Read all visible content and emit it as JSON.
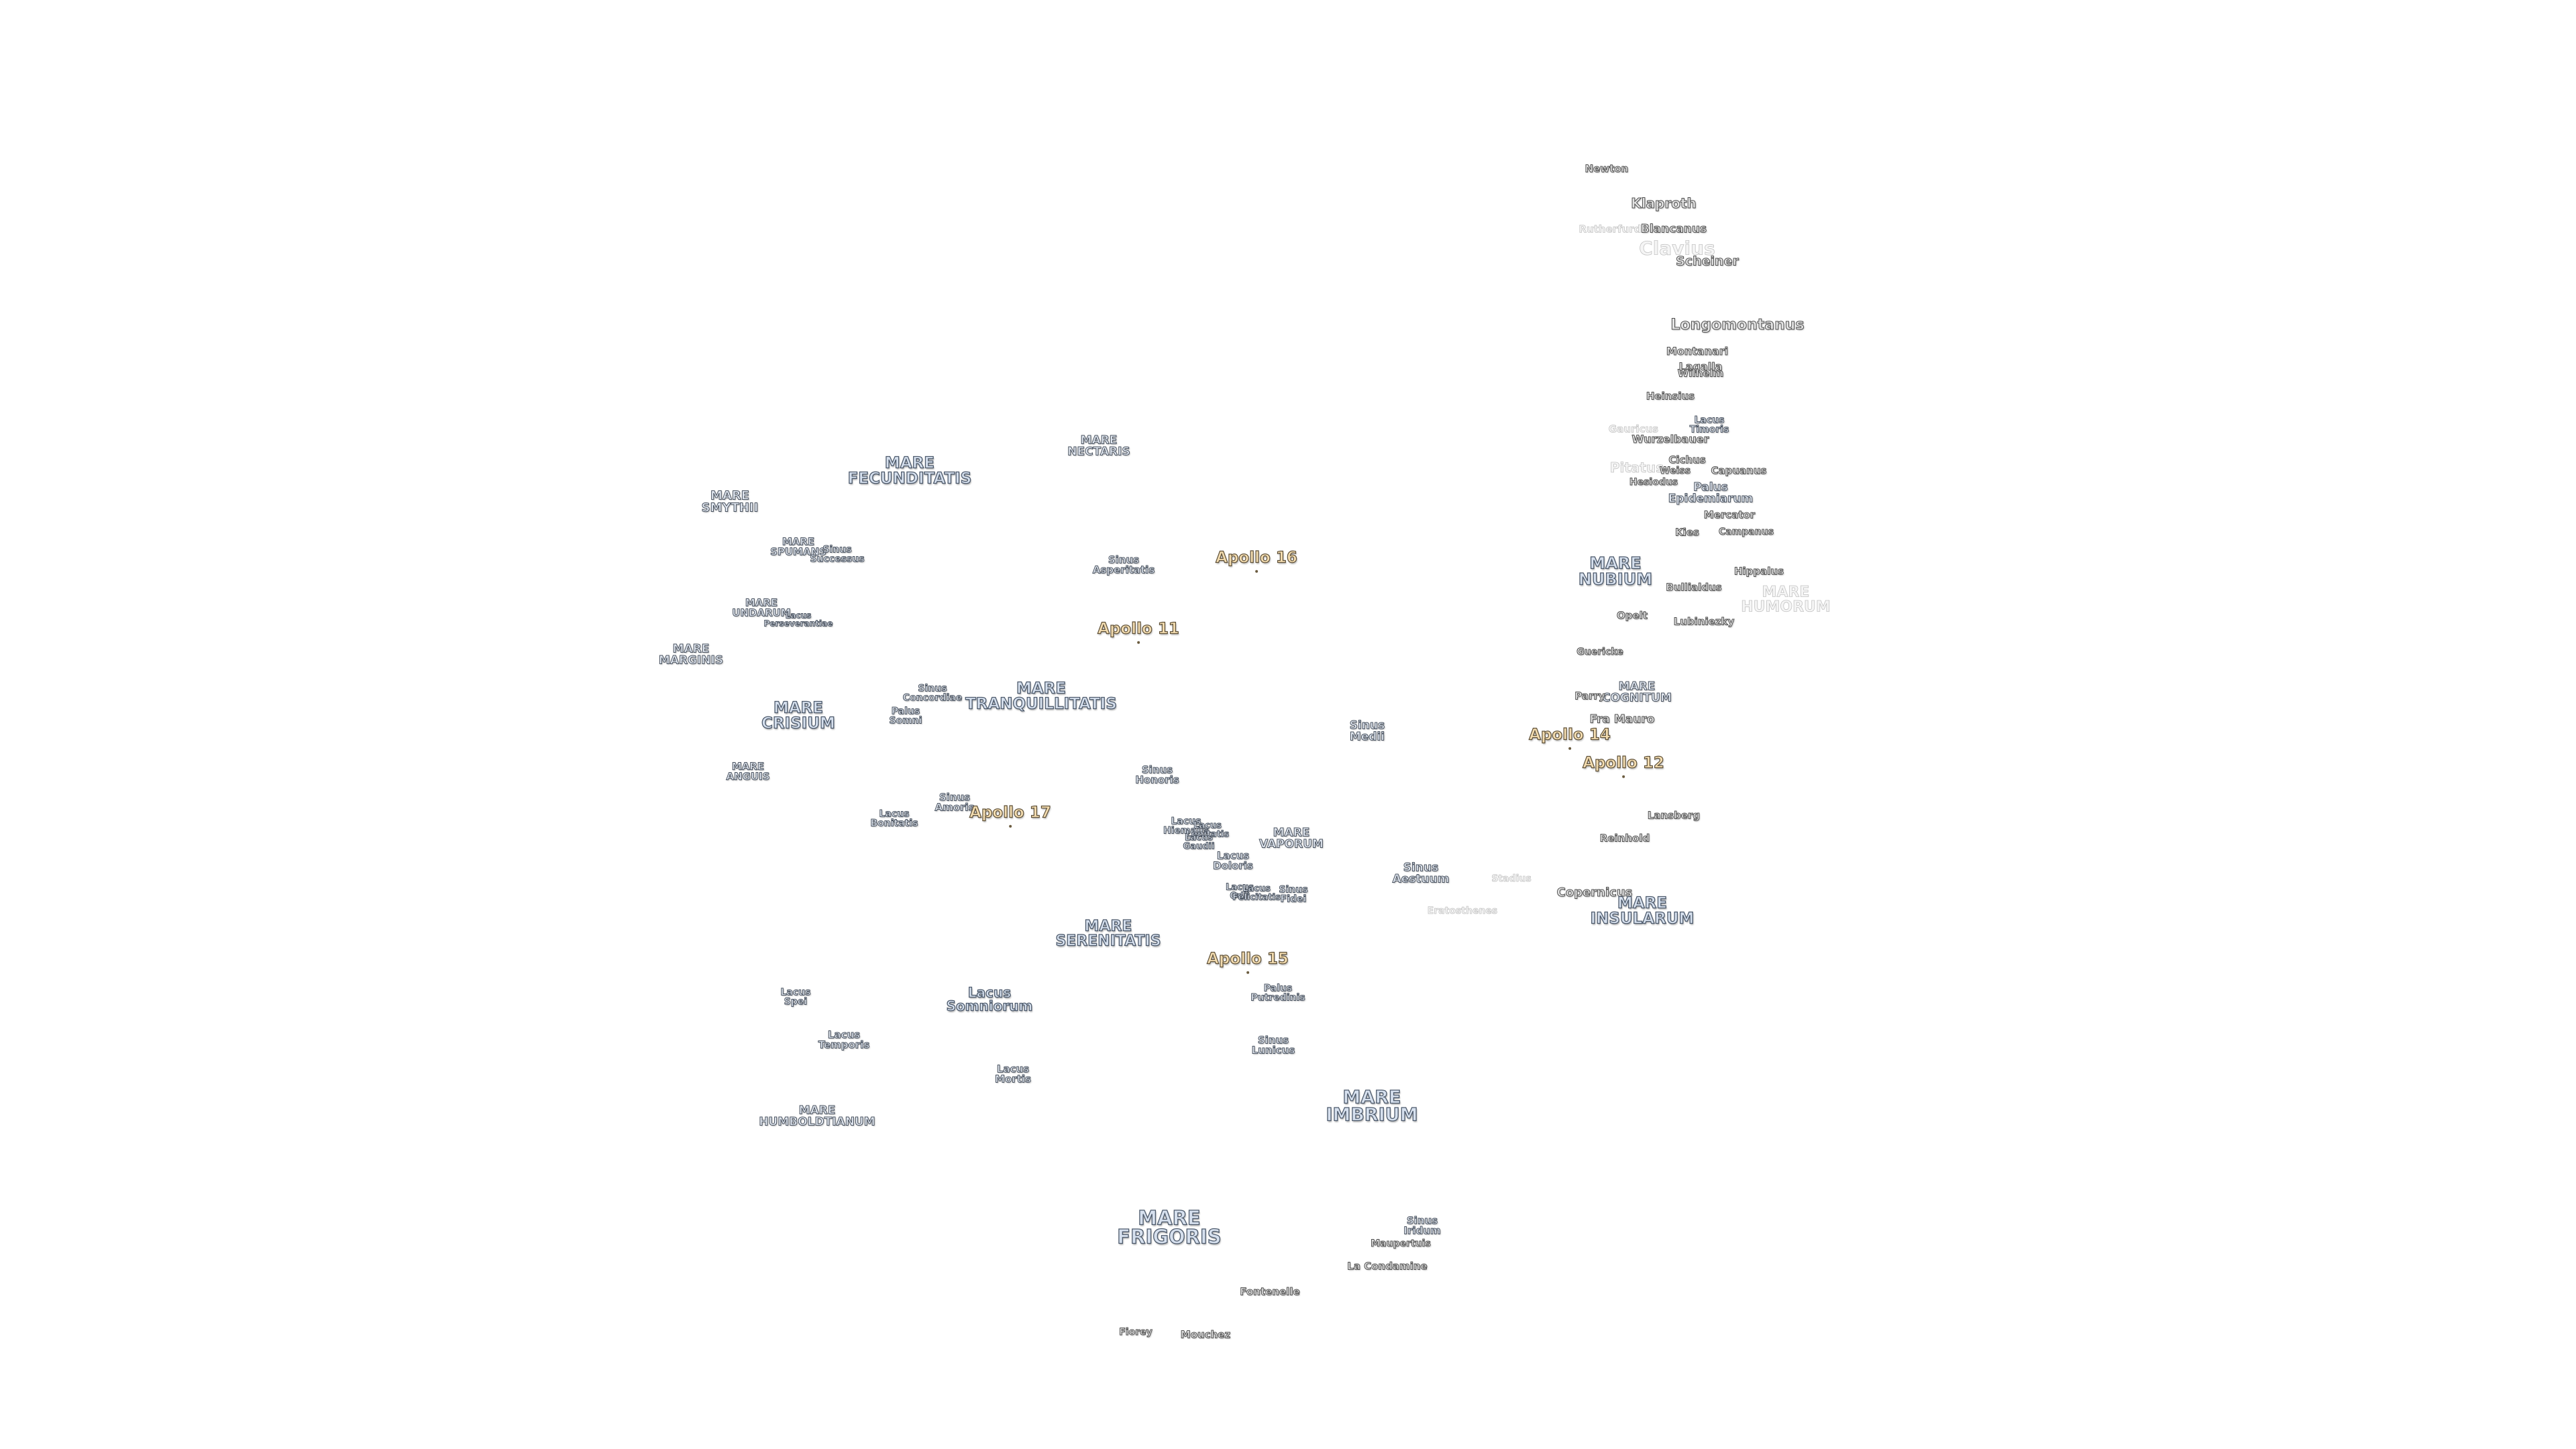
{
  "map": {
    "labels": [
      {
        "lines": [
          "Newton"
        ],
        "style": "crater"
      },
      {
        "lines": [
          "Klaproth"
        ],
        "style": "crater"
      },
      {
        "lines": [
          "Blancanus"
        ],
        "style": "crater"
      },
      {
        "lines": [
          "Rutherfurd"
        ],
        "style": "faint"
      },
      {
        "lines": [
          "Clavius"
        ],
        "style": "faint"
      },
      {
        "lines": [
          "Scheiner"
        ],
        "style": "crater"
      },
      {
        "lines": [
          "Longomontanus"
        ],
        "style": "crater"
      },
      {
        "lines": [
          "Montanari"
        ],
        "style": "crater"
      },
      {
        "lines": [
          "Lagalla"
        ],
        "style": "crater"
      },
      {
        "lines": [
          "Wilhelm"
        ],
        "style": "crater"
      },
      {
        "lines": [
          "Heinsius"
        ],
        "style": "crater"
      },
      {
        "lines": [
          "Lacus",
          "Timoris"
        ],
        "style": "small"
      },
      {
        "lines": [
          "Gauricus"
        ],
        "style": "faint"
      },
      {
        "lines": [
          "Wurzelbauer"
        ],
        "style": "crater"
      },
      {
        "lines": [
          "Cichus"
        ],
        "style": "crater"
      },
      {
        "lines": [
          "Pitatus"
        ],
        "style": "faint"
      },
      {
        "lines": [
          "Weiss"
        ],
        "style": "crater"
      },
      {
        "lines": [
          "Capuanus"
        ],
        "style": "crater"
      },
      {
        "lines": [
          "Hesiodus"
        ],
        "style": "crater"
      },
      {
        "lines": [
          "Palus",
          "Epidemiarum"
        ],
        "style": "small"
      },
      {
        "lines": [
          "Mercator"
        ],
        "style": "crater"
      },
      {
        "lines": [
          "Kies"
        ],
        "style": "crater"
      },
      {
        "lines": [
          "Campanus"
        ],
        "style": "crater"
      },
      {
        "lines": [
          "MARE",
          "NUBIUM"
        ],
        "style": "mare"
      },
      {
        "lines": [
          "Hippalus"
        ],
        "style": "crater"
      },
      {
        "lines": [
          "Bullialdus"
        ],
        "style": "crater"
      },
      {
        "lines": [
          "MARE",
          "HUMORUM"
        ],
        "style": "faint"
      },
      {
        "lines": [
          "Opelt"
        ],
        "style": "crater"
      },
      {
        "lines": [
          "Lubiniezky"
        ],
        "style": "crater"
      },
      {
        "lines": [
          "Guericke"
        ],
        "style": "crater"
      },
      {
        "lines": [
          "MARE",
          "COGNITUM"
        ],
        "style": "small"
      },
      {
        "lines": [
          "Parry"
        ],
        "style": "crater"
      },
      {
        "lines": [
          "Fra Mauro"
        ],
        "style": "crater"
      },
      {
        "lines": [
          "Apollo 14"
        ],
        "style": "apollo"
      },
      {
        "lines": [
          "Apollo 12"
        ],
        "style": "apollo"
      },
      {
        "lines": [
          "Lansberg"
        ],
        "style": "crater"
      },
      {
        "lines": [
          "Reinhold"
        ],
        "style": "crater"
      },
      {
        "lines": [
          "Stadius"
        ],
        "style": "faint"
      },
      {
        "lines": [
          "Copernicus"
        ],
        "style": "crater"
      },
      {
        "lines": [
          "MARE",
          "INSULARUM"
        ],
        "style": "mare"
      },
      {
        "lines": [
          "Eratosthenes"
        ],
        "style": "faint"
      },
      {
        "lines": [
          "Sinus",
          "Aestuum"
        ],
        "style": "small"
      },
      {
        "lines": [
          "Sinus",
          "Medii"
        ],
        "style": "small"
      },
      {
        "lines": [
          "Apollo 16"
        ],
        "style": "apollo"
      },
      {
        "lines": [
          "MARE",
          "NECTARIS"
        ],
        "style": "small"
      },
      {
        "lines": [
          "MARE",
          "FECUNDITATIS"
        ],
        "style": "mare"
      },
      {
        "lines": [
          "MARE",
          "SMYTHII"
        ],
        "style": "small"
      },
      {
        "lines": [
          "MARE",
          "SPUMANS"
        ],
        "style": "small"
      },
      {
        "lines": [
          "Sinus",
          "Successus"
        ],
        "style": "small"
      },
      {
        "lines": [
          "Sinus",
          "Asperitatis"
        ],
        "style": "small"
      },
      {
        "lines": [
          "Apollo 11"
        ],
        "style": "apollo"
      },
      {
        "lines": [
          "MARE",
          "UNDARUM"
        ],
        "style": "small"
      },
      {
        "lines": [
          "Lacus",
          "Perseverantiae"
        ],
        "style": "small"
      },
      {
        "lines": [
          "MARE",
          "MARGINIS"
        ],
        "style": "small"
      },
      {
        "lines": [
          "Sinus",
          "Concordiae"
        ],
        "style": "small"
      },
      {
        "lines": [
          "MARE",
          "TRANQUILLITATIS"
        ],
        "style": "mare"
      },
      {
        "lines": [
          "MARE",
          "CRISIUM"
        ],
        "style": "mare"
      },
      {
        "lines": [
          "Palus",
          "Somni"
        ],
        "style": "small"
      },
      {
        "lines": [
          "MARE",
          "ANGUIS"
        ],
        "style": "small"
      },
      {
        "lines": [
          "Sinus",
          "Honoris"
        ],
        "style": "small"
      },
      {
        "lines": [
          "Sinus",
          "Amoris"
        ],
        "style": "small"
      },
      {
        "lines": [
          "Apollo 17"
        ],
        "style": "apollo"
      },
      {
        "lines": [
          "Lacus",
          "Bonitatis"
        ],
        "style": "small"
      },
      {
        "lines": [
          "Lacus",
          "Hiemalis"
        ],
        "style": "small"
      },
      {
        "lines": [
          "Lacus",
          "Lenitatis"
        ],
        "style": "small"
      },
      {
        "lines": [
          "Lacus",
          "Gaudii"
        ],
        "style": "small"
      },
      {
        "lines": [
          "MARE",
          "VAPORUM"
        ],
        "style": "small"
      },
      {
        "lines": [
          "Lacus",
          "Doloris"
        ],
        "style": "small"
      },
      {
        "lines": [
          "Lacus",
          "Odii"
        ],
        "style": "small"
      },
      {
        "lines": [
          "Lacus",
          "Felicitatis"
        ],
        "style": "small"
      },
      {
        "lines": [
          "Sinus",
          "Fidei"
        ],
        "style": "small"
      },
      {
        "lines": [
          "MARE",
          "SERENITATIS"
        ],
        "style": "mare"
      },
      {
        "lines": [
          "Apollo 15"
        ],
        "style": "apollo"
      },
      {
        "lines": [
          "Lacus",
          "Spei"
        ],
        "style": "small"
      },
      {
        "lines": [
          "Lacus",
          "Somniorum"
        ],
        "style": "mare"
      },
      {
        "lines": [
          "Palus",
          "Putredinis"
        ],
        "style": "small"
      },
      {
        "lines": [
          "Lacus",
          "Temporis"
        ],
        "style": "small"
      },
      {
        "lines": [
          "Sinus",
          "Lunicus"
        ],
        "style": "small"
      },
      {
        "lines": [
          "Lacus",
          "Mortis"
        ],
        "style": "small"
      },
      {
        "lines": [
          "MARE",
          "HUMBOLDTIANUM"
        ],
        "style": "small"
      },
      {
        "lines": [
          "MARE",
          "IMBRIUM"
        ],
        "style": "mare"
      },
      {
        "lines": [
          "MARE",
          "FRIGORIS"
        ],
        "style": "mare"
      },
      {
        "lines": [
          "Sinus",
          "Iridum"
        ],
        "style": "small"
      },
      {
        "lines": [
          "Maupertuis"
        ],
        "style": "crater"
      },
      {
        "lines": [
          "La Condamine"
        ],
        "style": "crater"
      },
      {
        "lines": [
          "Fontenelle"
        ],
        "style": "crater"
      },
      {
        "lines": [
          "Fiorey"
        ],
        "style": "crater"
      },
      {
        "lines": [
          "Mouchez"
        ],
        "style": "crater"
      }
    ]
  }
}
